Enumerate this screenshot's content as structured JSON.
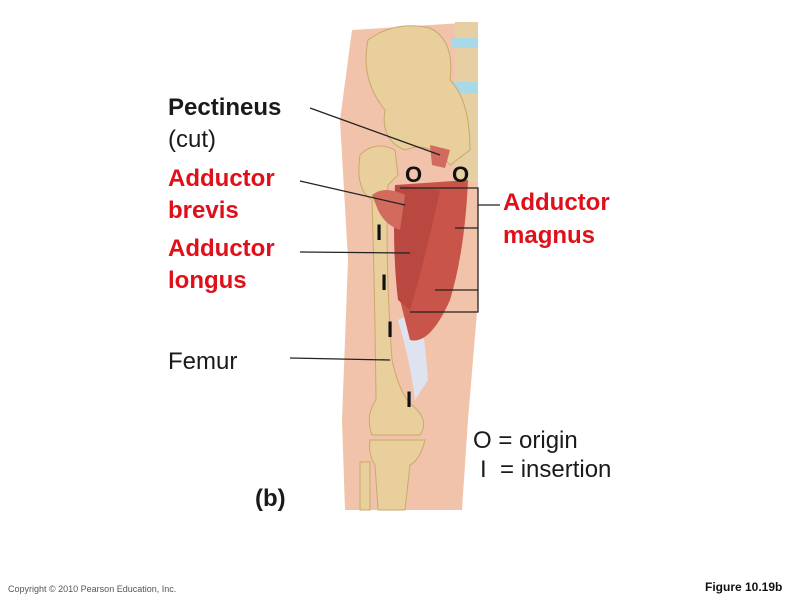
{
  "labels": {
    "pectineus": "Pectineus",
    "pectineus_note": "(cut)",
    "adductor_brevis_1": "Adductor",
    "adductor_brevis_2": "brevis",
    "adductor_longus_1": "Adductor",
    "adductor_longus_2": "longus",
    "femur": "Femur",
    "adductor_magnus_1": "Adductor",
    "adductor_magnus_2": "magnus",
    "panel": "(b)"
  },
  "markers": {
    "origin": "O",
    "insertion": "I"
  },
  "legend": {
    "origin": "O = origin",
    "insertion": "I  = insertion"
  },
  "footer": {
    "copyright": "Copyright © 2010 Pearson Education, Inc.",
    "figure": "Figure 10.19b"
  },
  "colors": {
    "red_label": "#e0101a",
    "skin": "#f2c3ab",
    "bone": "#e8cf9c",
    "muscle": "#c8544a"
  }
}
